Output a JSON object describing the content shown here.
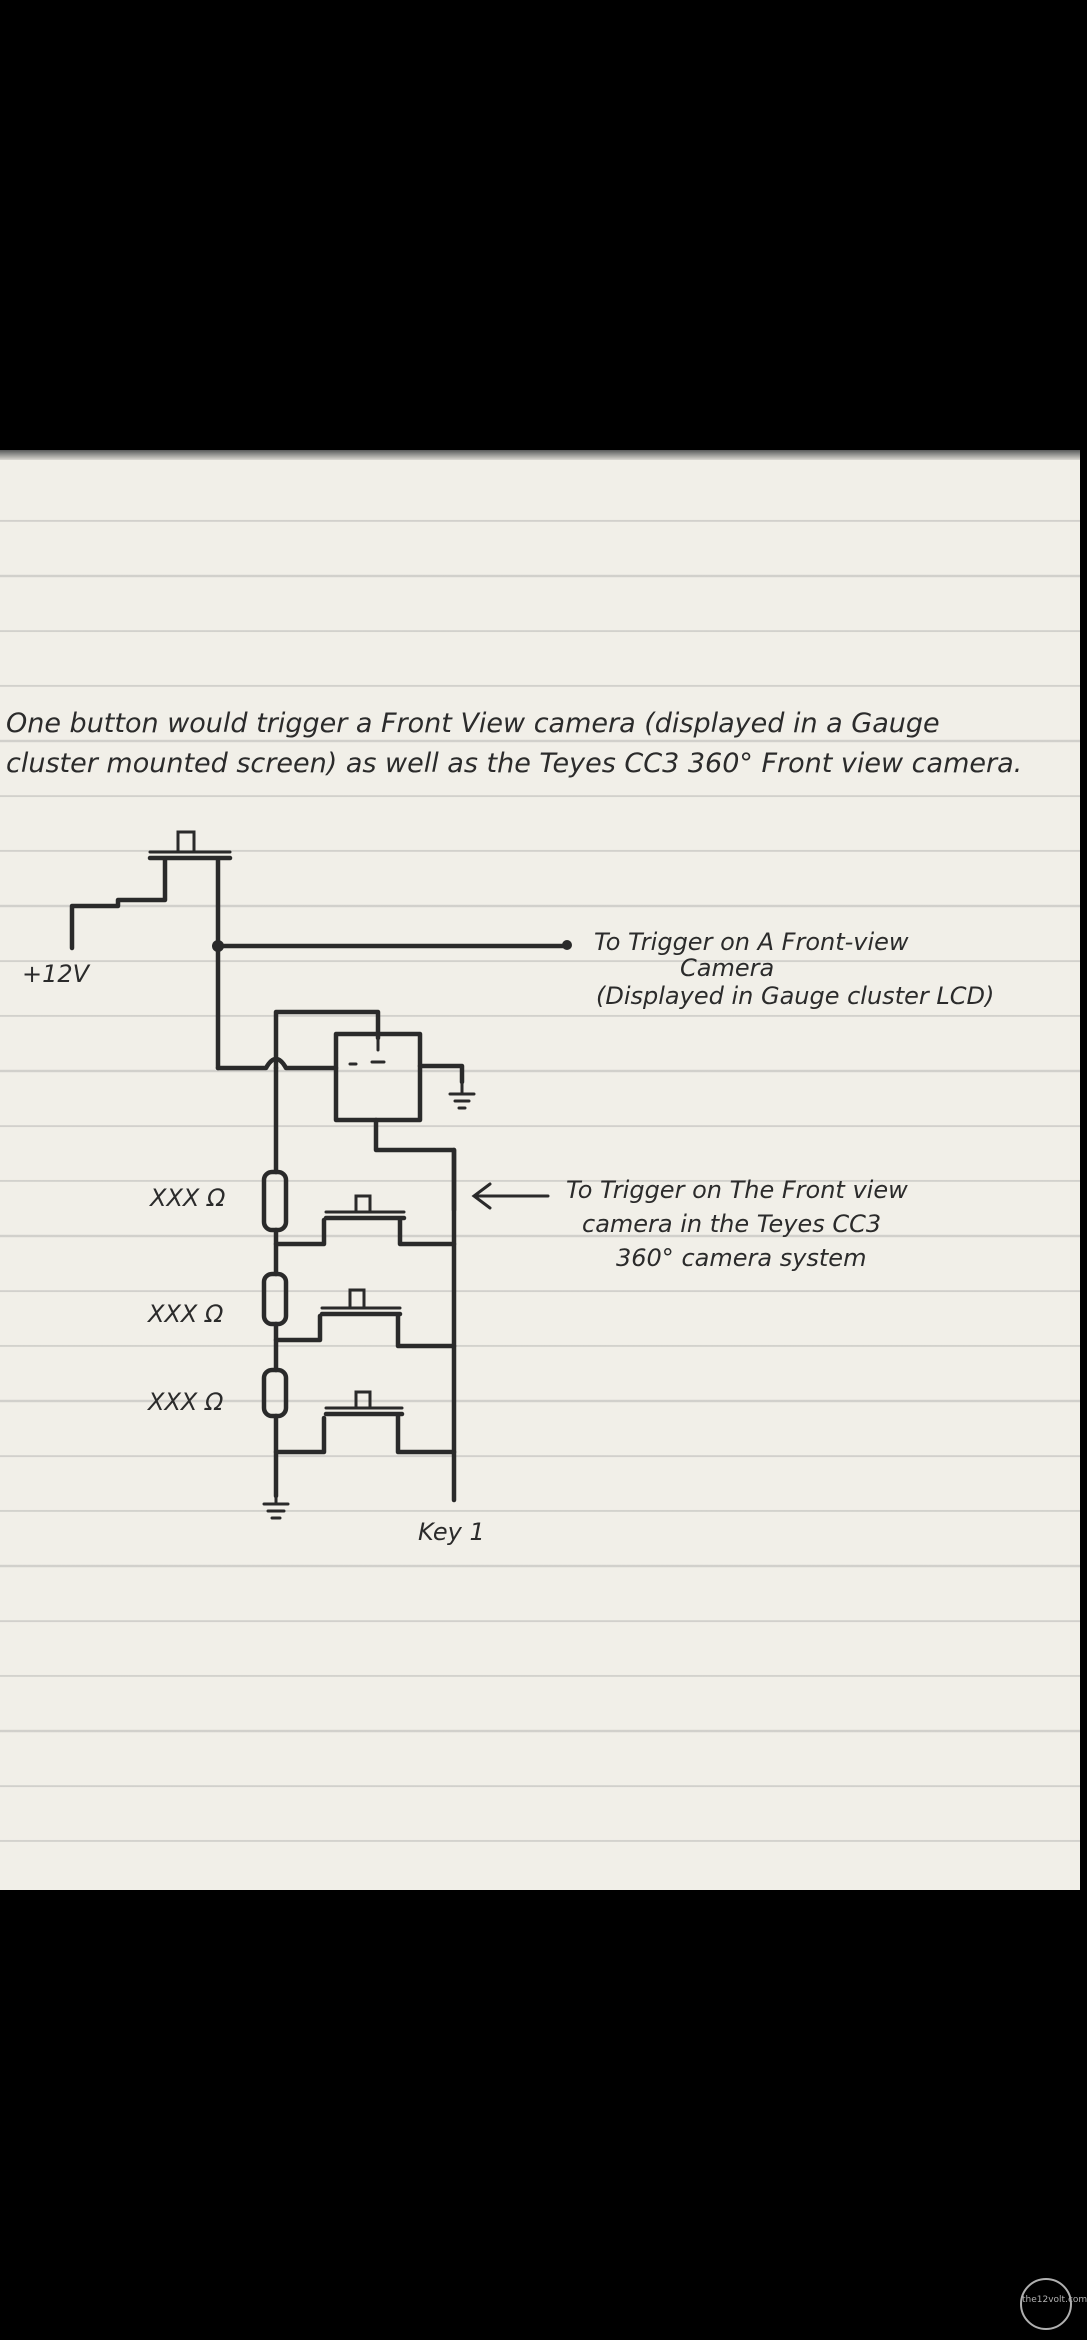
{
  "notes": {
    "intro_line1": "One button would trigger a Front View camera (displayed in a Gauge",
    "intro_line2": "cluster mounted screen) as well as the Teyes CC3 360° Front view camera.",
    "front_view_line1": "To Trigger on A Front-view",
    "front_view_line2": "Camera",
    "front_view_line3": "(Displayed in Gauge cluster LCD)",
    "teyes_line1": "To Trigger on The Front view",
    "teyes_line2": "camera in the Teyes CC3",
    "teyes_line3": "360° camera system"
  },
  "labels": {
    "supply": "+12V",
    "resistor_1": "XXX Ω",
    "resistor_2": "XXX Ω",
    "resistor_3": "XXX Ω",
    "key": "Key 1"
  },
  "watermark": {
    "text": "the12volt.com"
  },
  "colors": {
    "paper": "#f1efe8",
    "ink": "#2a2a2a",
    "rule_lines": "#969696"
  }
}
